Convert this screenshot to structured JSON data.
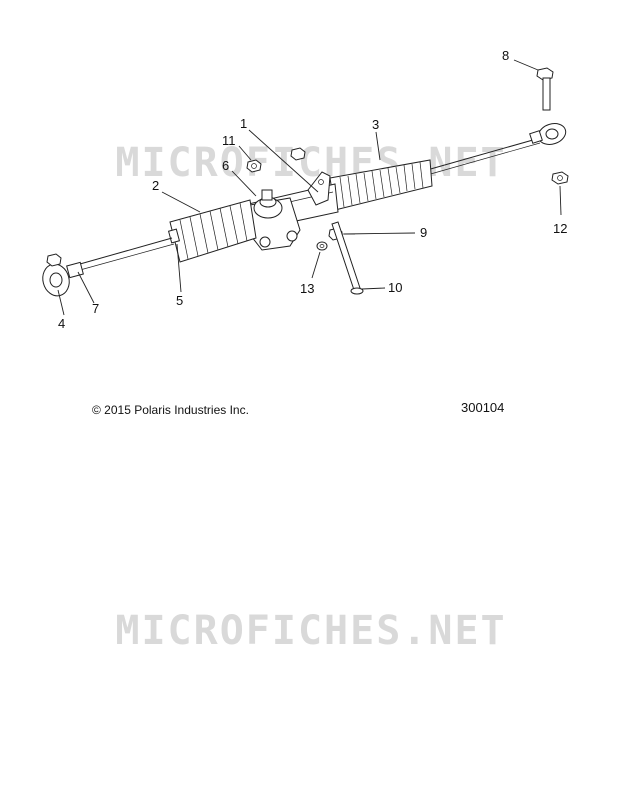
{
  "watermarks": [
    "MICROFICHES.NET",
    "MICROFICHES.NET"
  ],
  "copyright": "© 2015 Polaris Industries Inc.",
  "diagram_id": "300104",
  "callouts": [
    "1",
    "2",
    "3",
    "4",
    "5",
    "6",
    "7",
    "8",
    "9",
    "10",
    "11",
    "12",
    "13"
  ]
}
